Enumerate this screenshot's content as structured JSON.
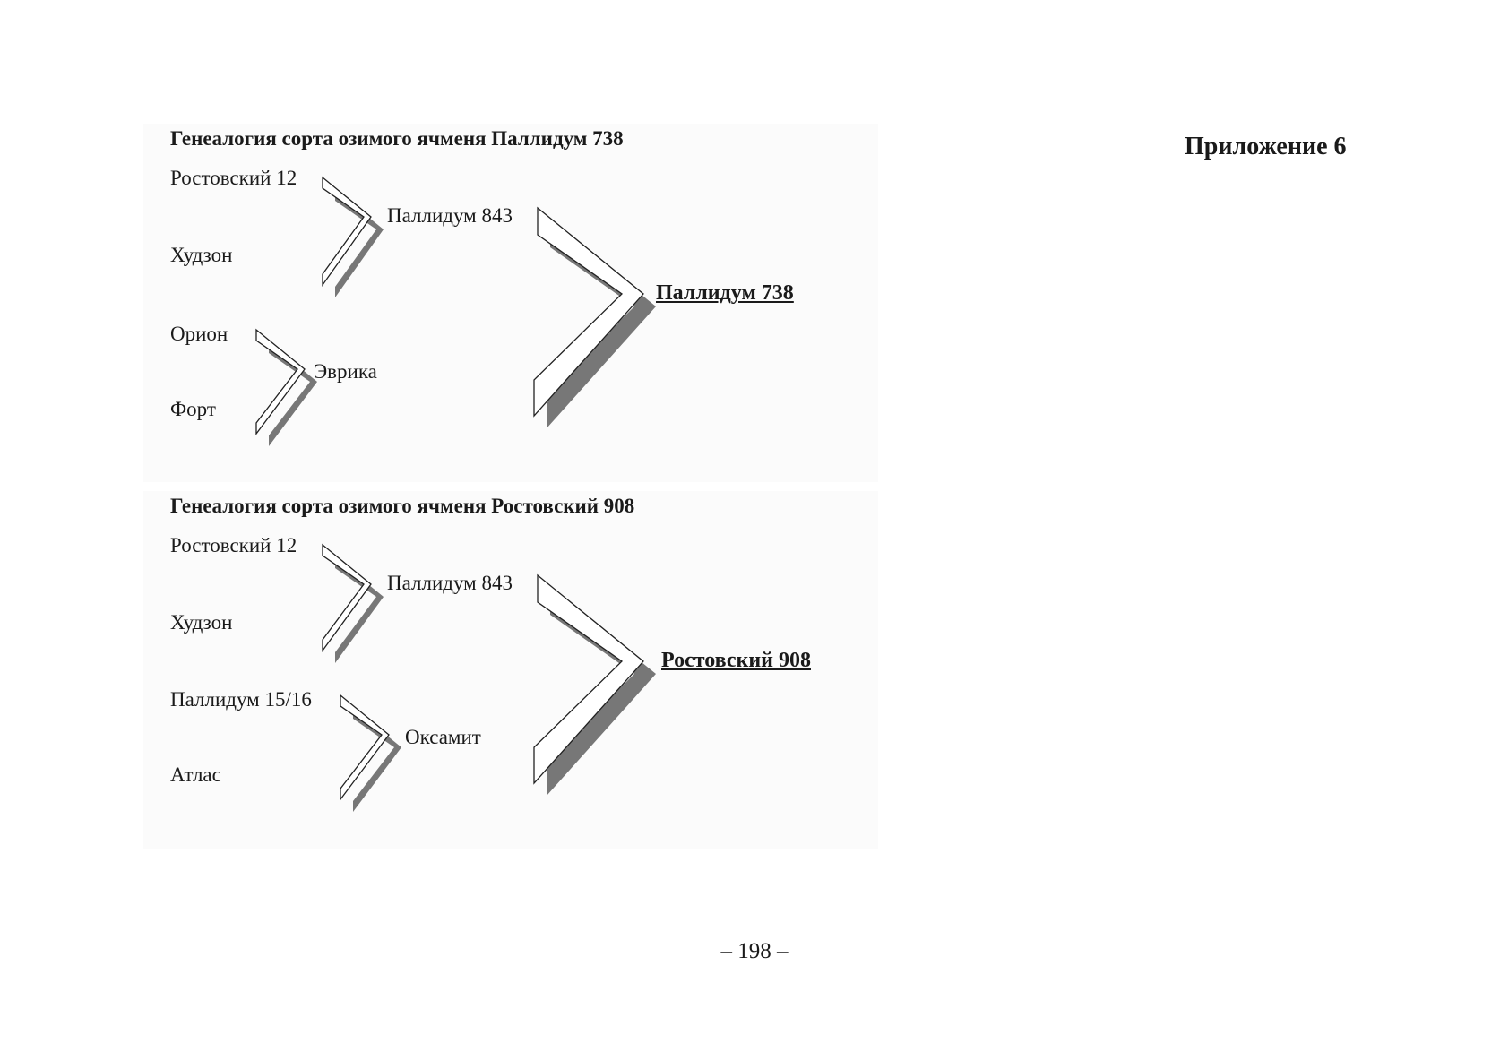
{
  "appendix_label": "Приложение 6",
  "page_number": "– 198 –",
  "diagrams": [
    {
      "title": "Генеалогия сорта озимого ячменя Паллидум 738",
      "parents": [
        "Ростовский 12",
        "Худзон",
        "Орион",
        "Форт"
      ],
      "intermediates": [
        "Паллидум 843",
        "Эврика"
      ],
      "result": "Паллидум 738"
    },
    {
      "title": "Генеалогия сорта озимого ячменя Ростовский 908",
      "parents": [
        "Ростовский 12",
        "Худзон",
        "Паллидум 15/16",
        "Атлас"
      ],
      "intermediates": [
        "Паллидум 843",
        "Оксамит"
      ],
      "result": "Ростовский 908"
    }
  ]
}
